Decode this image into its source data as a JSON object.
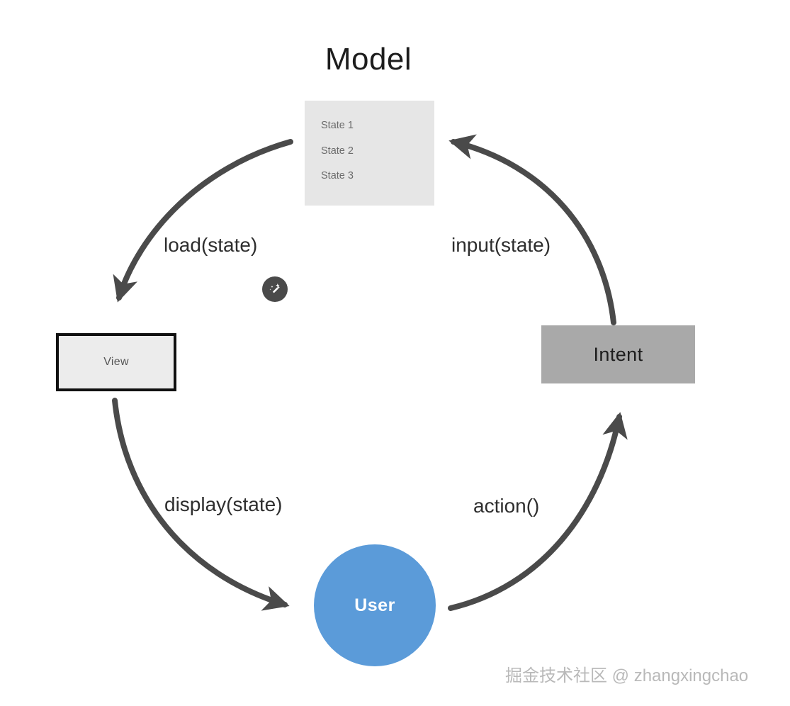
{
  "diagram": {
    "title": "Model",
    "background_color": "#ffffff",
    "arrow_color": "#4a4a4a"
  },
  "model": {
    "title": "Model",
    "box_color": "#e6e6e6",
    "states": [
      {
        "label": "State 1"
      },
      {
        "label": "State 2"
      },
      {
        "label": "State 3"
      }
    ]
  },
  "view": {
    "label": "View",
    "fill_color": "#ececec",
    "border_color": "#111111"
  },
  "intent": {
    "label": "Intent",
    "fill_color": "#a9a9a9"
  },
  "user": {
    "label": "User",
    "fill_color": "#5b9bd9",
    "text_color": "#ffffff"
  },
  "edges": [
    {
      "id": "load",
      "label": "load(state)",
      "from": "Model",
      "to": "View"
    },
    {
      "id": "input",
      "label": "input(state)",
      "from": "Intent",
      "to": "Model"
    },
    {
      "id": "display",
      "label": "display(state)",
      "from": "View",
      "to": "User"
    },
    {
      "id": "action",
      "label": "action()",
      "from": "User",
      "to": "Intent"
    }
  ],
  "badge": {
    "icon": "magic-wand-icon",
    "color": "#4a4a4a"
  },
  "watermark": {
    "text": "掘金技术社区 @ zhangxingchao"
  }
}
